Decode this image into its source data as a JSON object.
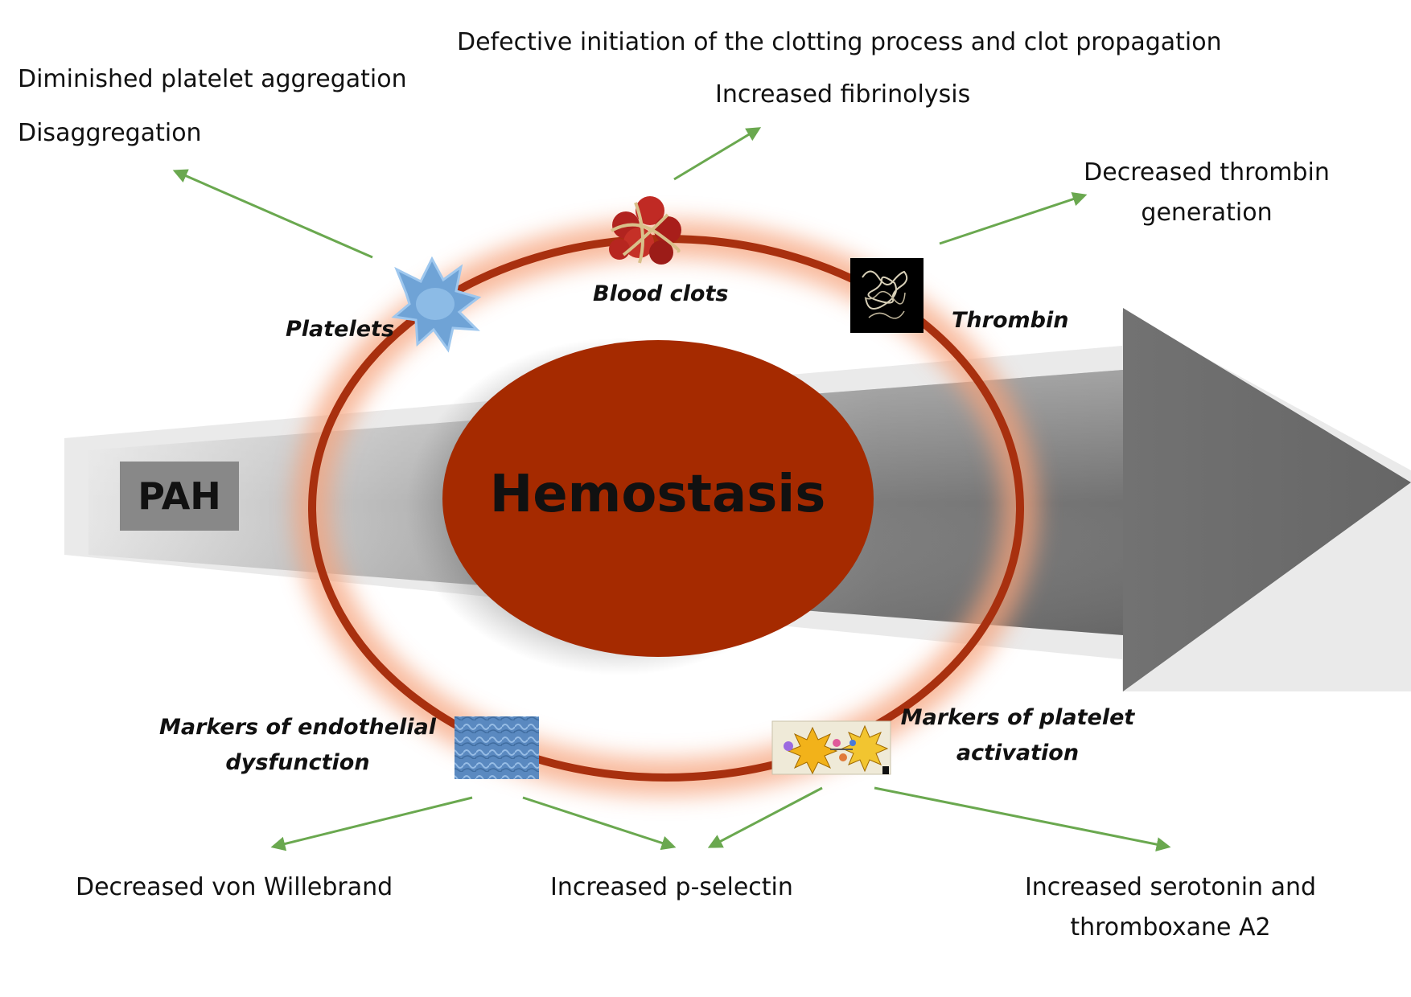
{
  "center": {
    "label": "Hemostasis"
  },
  "arrow": {
    "label": "PAH"
  },
  "nodes": {
    "platelets": "Platelets",
    "blood_clots": "Blood clots",
    "thrombin": "Thrombin",
    "endothelial": [
      "Markers of endothelial",
      "dysfunction"
    ],
    "platelet_activation": [
      "Markers of platelet",
      "activation"
    ]
  },
  "effects": {
    "diminished_aggregation": "Diminished platelet aggregation",
    "disaggregation": "Disaggregation",
    "defective_initiation": "Defective initiation of the clotting process and clot propagation",
    "increased_fibrinolysis": "Increased fibrinolysis",
    "decreased_thrombin": [
      "Decreased thrombin",
      "generation"
    ],
    "decreased_vwf": "Decreased von Willebrand",
    "increased_pselectin": "Increased p-selectin",
    "increased_serotonin": [
      "Increased serotonin and",
      "thromboxane A2"
    ]
  },
  "colors": {
    "ring": "#a8300f",
    "glow": "#f6a27a",
    "center": "#a52a00",
    "arrow_dark": "#6e6e6e",
    "arrow_light": "#c8c8c8",
    "connector": "#6aa84f"
  },
  "icons": {
    "platelets": "platelet-cell-icon",
    "blood_clots": "blood-clot-icon",
    "thrombin": "thrombin-molecule-icon",
    "endothelial": "endothelium-texture-icon",
    "platelet_activation": "activated-platelets-icon"
  }
}
